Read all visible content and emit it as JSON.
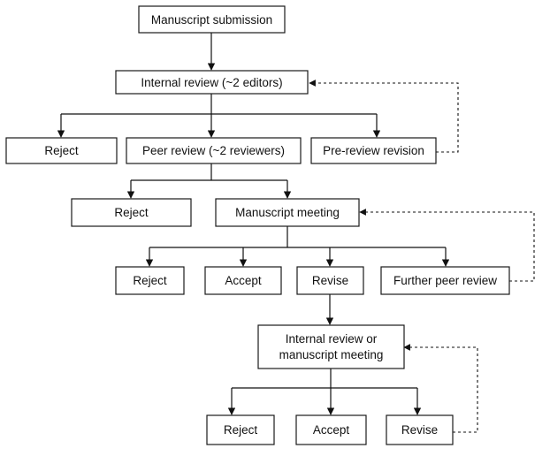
{
  "nodes": {
    "manuscript_submission": "Manuscript submission",
    "internal_review": "Internal review (~2 editors)",
    "reject_1": "Reject",
    "peer_review": "Peer review (~2 reviewers)",
    "pre_review_revision": "Pre-review revision",
    "reject_2": "Reject",
    "manuscript_meeting": "Manuscript meeting",
    "reject_3": "Reject",
    "accept_1": "Accept",
    "revise_1": "Revise",
    "further_peer_review": "Further peer review",
    "internal_review_or_meeting": {
      "line1": "Internal review or",
      "line2": "manuscript meeting"
    },
    "reject_4": "Reject",
    "accept_2": "Accept",
    "revise_2": "Revise"
  }
}
